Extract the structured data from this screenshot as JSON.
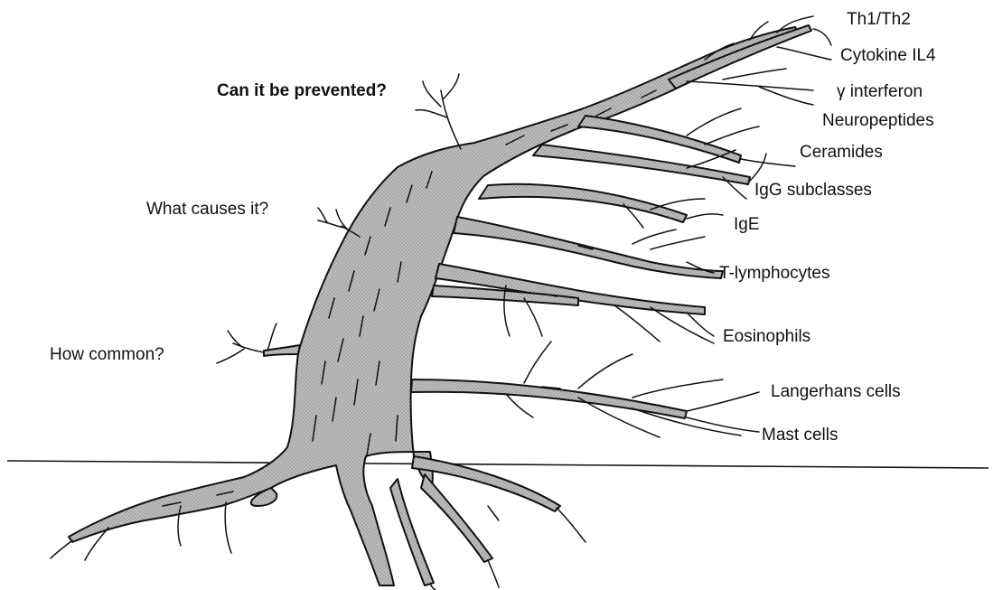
{
  "colors": {
    "ink": "#111111",
    "wood": "#b7b7b7",
    "background": "#ffffff"
  },
  "questions": {
    "prevented": "Can it be prevented?",
    "causes": "What causes it?",
    "common": "How common?"
  },
  "branches": [
    "Th1/Th2",
    "Cytokine IL4",
    "γ interferon",
    "Neuropeptides",
    "Ceramides",
    "IgG subclasses",
    "IgE",
    "T-lymphocytes",
    "Eosinophils",
    "Langerhans cells",
    "Mast cells"
  ]
}
